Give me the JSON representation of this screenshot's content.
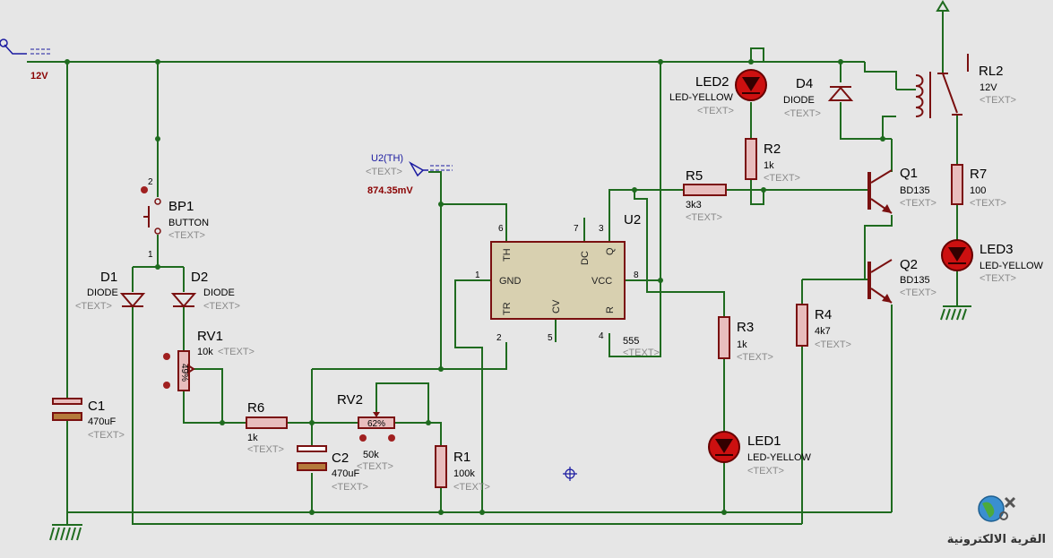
{
  "supply": {
    "label": "12V"
  },
  "probe": {
    "name": "U2(TH)",
    "text": "<TEXT>",
    "reading": "874.35mV"
  },
  "components": {
    "bp1": {
      "ref": "BP1",
      "value": "BUTTON",
      "text": "<TEXT>",
      "pin1": "1",
      "pin2": "2"
    },
    "d1": {
      "ref": "D1",
      "value": "DIODE",
      "text": "<TEXT>"
    },
    "d2": {
      "ref": "D2",
      "value": "DIODE",
      "text": "<TEXT>"
    },
    "rv1": {
      "ref": "RV1",
      "value": "10k",
      "text": "<TEXT>",
      "percent": "49%"
    },
    "c1": {
      "ref": "C1",
      "value": "470uF",
      "text": "<TEXT>"
    },
    "r6": {
      "ref": "R6",
      "value": "1k",
      "text": "<TEXT>"
    },
    "rv2": {
      "ref": "RV2",
      "value": "50k",
      "text": "<TEXT>",
      "percent": "62%"
    },
    "c2": {
      "ref": "C2",
      "value": "470uF",
      "text": "<TEXT>"
    },
    "r1": {
      "ref": "R1",
      "value": "100k",
      "text": "<TEXT>"
    },
    "u2": {
      "ref": "U2",
      "value": "555",
      "text": "<TEXT>",
      "pins": {
        "th": "TH",
        "dc": "DC",
        "q": "Q",
        "gnd": "GND",
        "vcc": "VCC",
        "tr": "TR",
        "cv": "CV",
        "r": "R"
      },
      "pin_numbers": {
        "p1": "1",
        "p2": "2",
        "p3": "3",
        "p4": "4",
        "p5": "5",
        "p6": "6",
        "p7": "7",
        "p8": "8"
      }
    },
    "led2": {
      "ref": "LED2",
      "value": "LED-YELLOW",
      "text": "<TEXT>"
    },
    "d4": {
      "ref": "D4",
      "value": "DIODE",
      "text": "<TEXT>"
    },
    "r2": {
      "ref": "R2",
      "value": "1k",
      "text": "<TEXT>"
    },
    "r5": {
      "ref": "R5",
      "value": "3k3",
      "text": "<TEXT>"
    },
    "q1": {
      "ref": "Q1",
      "value": "BD135",
      "text": "<TEXT>"
    },
    "q2": {
      "ref": "Q2",
      "value": "BD135",
      "text": "<TEXT>"
    },
    "r3": {
      "ref": "R3",
      "value": "1k",
      "text": "<TEXT>"
    },
    "r4": {
      "ref": "R4",
      "value": "4k7",
      "text": "<TEXT>"
    },
    "led1": {
      "ref": "LED1",
      "value": "LED-YELLOW",
      "text": "<TEXT>"
    },
    "rl2": {
      "ref": "RL2",
      "value": "12V",
      "text": "<TEXT>"
    },
    "r7": {
      "ref": "R7",
      "value": "100",
      "text": "<TEXT>"
    },
    "led3": {
      "ref": "LED3",
      "value": "LED-YELLOW",
      "text": "<TEXT>"
    }
  },
  "watermark": {
    "text": "القرية الالكترونية"
  }
}
